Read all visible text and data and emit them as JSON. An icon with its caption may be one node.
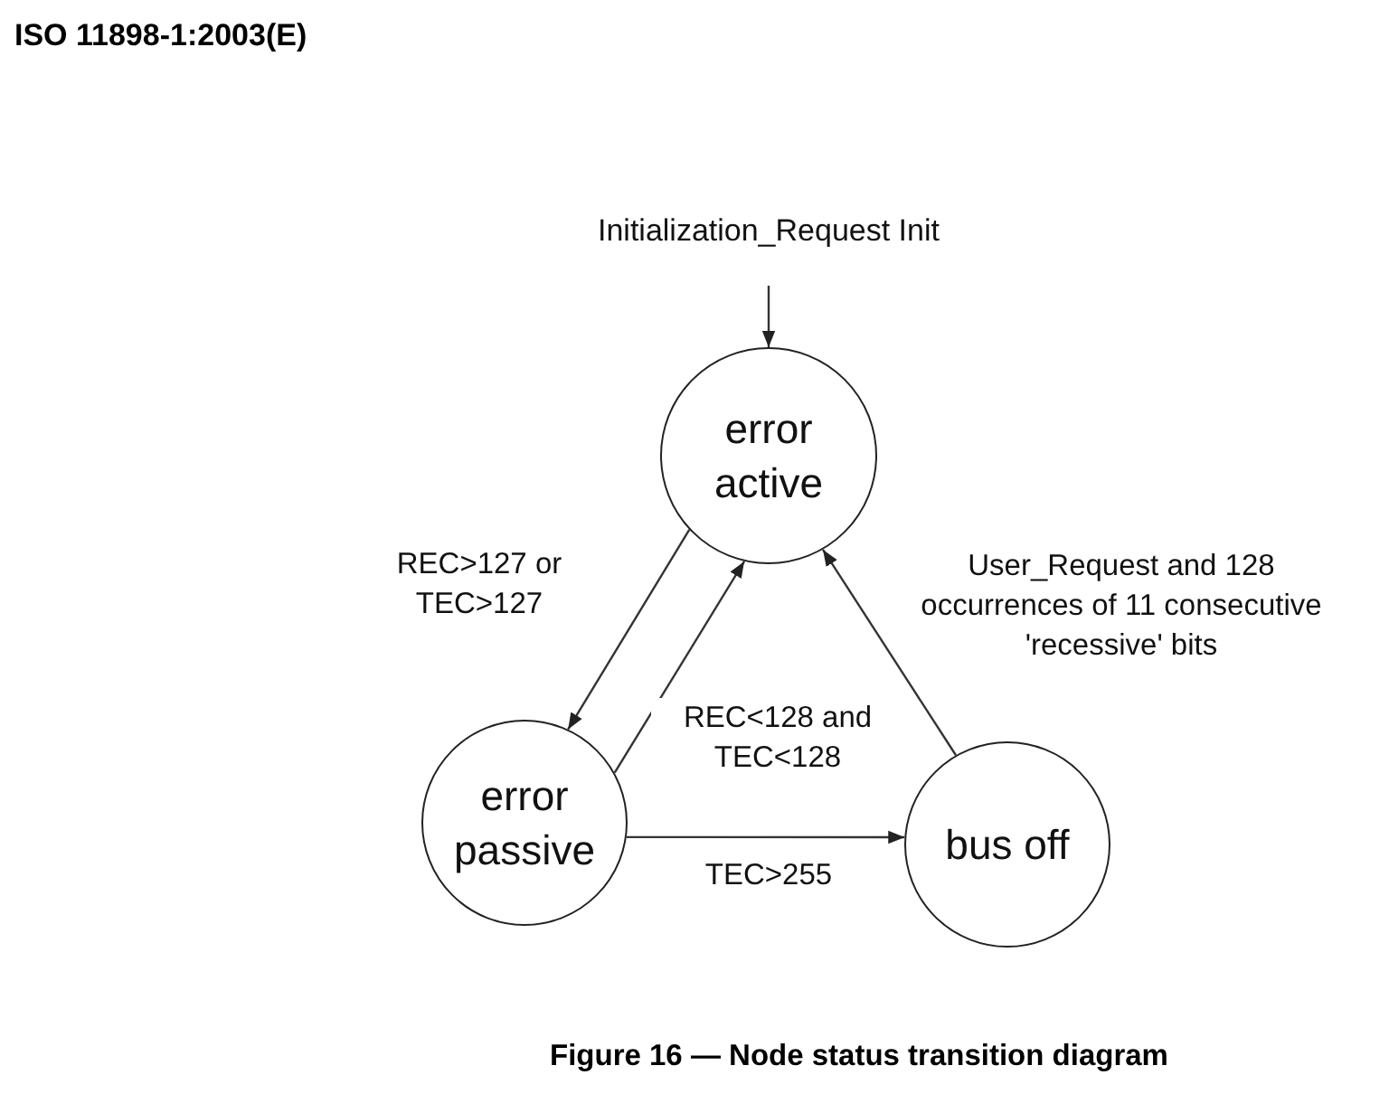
{
  "diagram": {
    "caption": "Figure 16 — Node status transition diagram",
    "nodes": [
      {
        "text": [
          "Initialization_Request Init"
        ]
      },
      {
        "text": [
          "error active"
        ]
      },
      {
        "text": [
          "error passive"
        ]
      },
      {
        "text": [
          "bus off"
        ]
      }
    ],
    "edges": [
      {
        "from": 0,
        "to": 1,
        "arrow": "to"
      },
      {
        "from": 1,
        "to": 2,
        "arrow": "to",
        "label": "REC>127 or TEC>127"
      },
      {
        "from": 2,
        "to": 1,
        "arrow": "to",
        "label": "REC<128 and TEC<128"
      },
      {
        "from": 2,
        "to": 3,
        "arrow": "to",
        "label": "TEC>255"
      },
      {
        "from": 3,
        "to": 1,
        "arrow": "to",
        "label": "User_Request and 128 occurrences of 11 consecutive 'recessive' bits"
      }
    ],
    "labels": [
      "ISO 11898-1:2003(E)"
    ]
  }
}
